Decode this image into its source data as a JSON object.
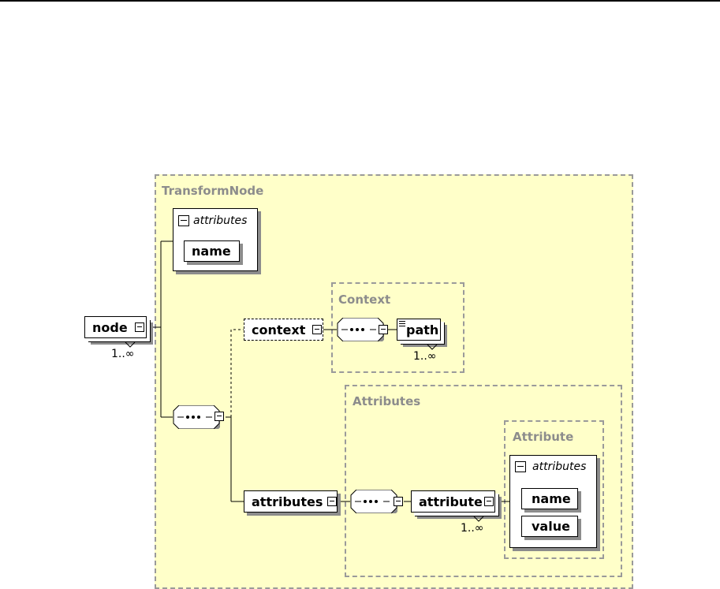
{
  "groups": {
    "transform_node": "TransformNode",
    "context": "Context",
    "attributes": "Attributes",
    "attribute": "Attribute"
  },
  "elements": {
    "node": "node",
    "context": "context",
    "path": "path",
    "attributes": "attributes",
    "attribute": "attribute"
  },
  "attribute_lists": {
    "transform_node": {
      "header": "attributes",
      "items": [
        "name"
      ]
    },
    "attribute": {
      "header": "attributes",
      "items": [
        "name",
        "value"
      ]
    }
  },
  "multiplicity": {
    "node": "1..∞",
    "path": "1..∞",
    "attribute": "1..∞"
  },
  "colors": {
    "group_fill": "#ffffc9",
    "group_border": "#9a9a9a",
    "title_text": "#8c8c8c",
    "shadow": "#8c8c8c"
  }
}
